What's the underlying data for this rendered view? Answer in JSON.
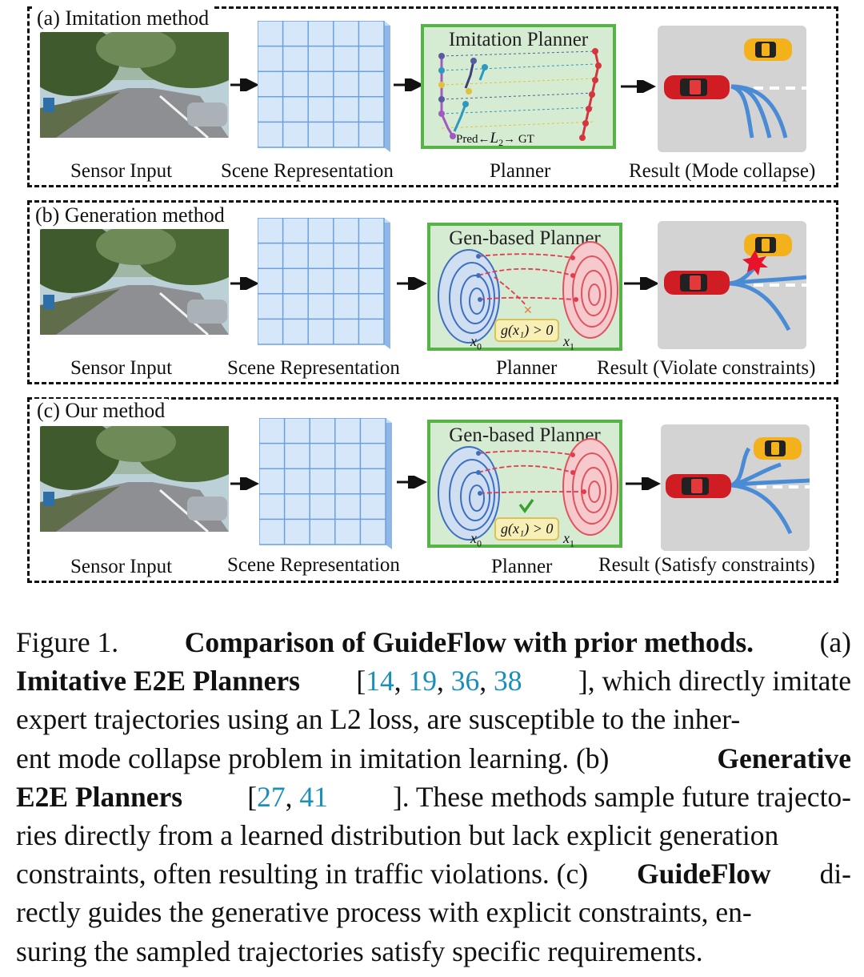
{
  "panels": [
    {
      "title": "(a) Imitation method",
      "planner_title": "Imitation Planner",
      "planner_legend": {
        "pred": "Pred",
        "loss": "L",
        "sub": "2",
        "gt": "GT"
      },
      "captions": {
        "sensor": "Sensor Input",
        "scene": "Scene Representation",
        "planner": "Planner",
        "result": "Result (Mode collapse)"
      }
    },
    {
      "title": "(b) Generation method",
      "planner_title": "Gen-based Planner",
      "constraint": "g(x₁) > 0",
      "x0": "x",
      "x0_sub": "0",
      "x1": "x",
      "x1_sub": "1",
      "captions": {
        "sensor": "Sensor Input",
        "scene": "Scene Representation",
        "planner": "Planner",
        "result": "Result (Violate constraints)"
      }
    },
    {
      "title": "(c) Our method",
      "planner_title": "Gen-based Planner",
      "constraint": "g(x₁) > 0",
      "x0": "x",
      "x0_sub": "0",
      "x1": "x",
      "x1_sub": "1",
      "captions": {
        "sensor": "Sensor Input",
        "scene": "Scene Representation",
        "planner": "Planner",
        "result": "Result (Satisfy constraints)"
      }
    }
  ],
  "caption": {
    "l1": {
      "a": "Figure 1.",
      "b": "Comparison of GuideFlow with prior methods.",
      "c": "(a)"
    },
    "l2": {
      "a": "Imitative E2E Planners",
      "b": "[",
      "c1": "14",
      "s1": ", ",
      "c2": "19",
      "s2": ", ",
      "c3": "36",
      "s3": ", ",
      "c4": "38",
      "d": "], which directly imitate"
    },
    "l3": "expert trajectories using an L2 loss, are susceptible to the inher-",
    "l4": {
      "a": "ent mode collapse problem in imitation learning. (b)",
      "b": "Generative"
    },
    "l5": {
      "a": "E2E Planners",
      "b": "[",
      "c1": "27",
      "s1": ", ",
      "c2": "41",
      "d": "].  These methods sample future trajecto-"
    },
    "l6": "ries directly from a learned distribution but lack explicit generation",
    "l7": {
      "a": "constraints, often resulting in traffic violations. (c)",
      "b": "GuideFlow",
      "c": "di-"
    },
    "l8": "rectly guides the generative process with explicit constraints, en-",
    "l9": "suring the sampled trajectories satisfy specific requirements."
  }
}
